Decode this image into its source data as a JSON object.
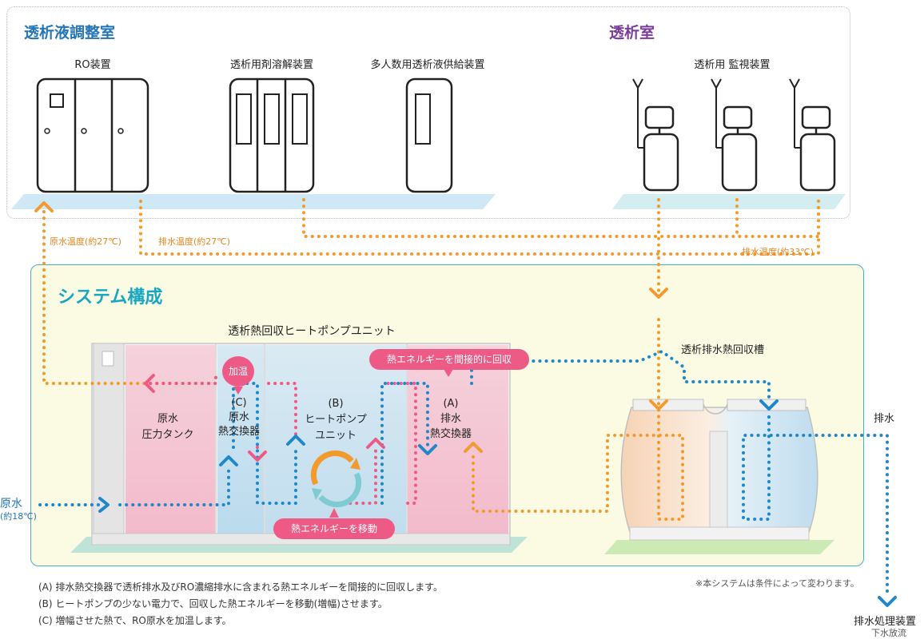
{
  "sections": {
    "prep_room": "透析液調整室",
    "dialysis_room": "透析室",
    "system": "システム構成"
  },
  "equipment": {
    "ro": "RO装置",
    "dissolver": "透析用剤溶解装置",
    "supply": "多人数用透析液供給装置",
    "monitor": "透析用 監視装置"
  },
  "temps": {
    "raw_27": "原水温度(約27℃)",
    "drain_27": "排水温度(約27℃)",
    "drain_33": "排水温度(約33℃)",
    "raw_18": "(約18℃)"
  },
  "heat_pump_unit": {
    "title": "透析熱回収ヒートポンプユニット",
    "tank_line1": "原水",
    "tank_line2": "圧力タンク",
    "c_label": "(C)",
    "c_line1": "原水",
    "c_line2": "熱交換器",
    "b_label": "(B)",
    "b_line1": "ヒートポンプ",
    "b_line2": "ユニット",
    "a_label": "(A)",
    "a_line1": "排水",
    "a_line2": "熱交換器",
    "heating": "加温",
    "recover": "熱エネルギーを間接的に回収",
    "move": "熱エネルギーを移動"
  },
  "tank": {
    "title": "透析排水熱回収槽"
  },
  "flows": {
    "raw_water": "原水",
    "drain": "排水",
    "drain_plant": "排水処理装置",
    "sewer": "下水放流"
  },
  "note": "※本システムは条件によって変わります。",
  "footnotes": [
    "(A) 排水熱交換器で透析排水及びRO濃縮排水に含まれる熱エネルギーを間接的に回収します。",
    "(B) ヒートポンプの少ない電力で、回収した熱エネルギーを移動(増幅)させます。",
    "(C) 増幅させた熱で、RO原水を加温します。"
  ],
  "colors": {
    "orange": "#f39a2e",
    "blue": "#1f88c9",
    "pink": "#ee5a86",
    "teal": "#19a6c2"
  }
}
